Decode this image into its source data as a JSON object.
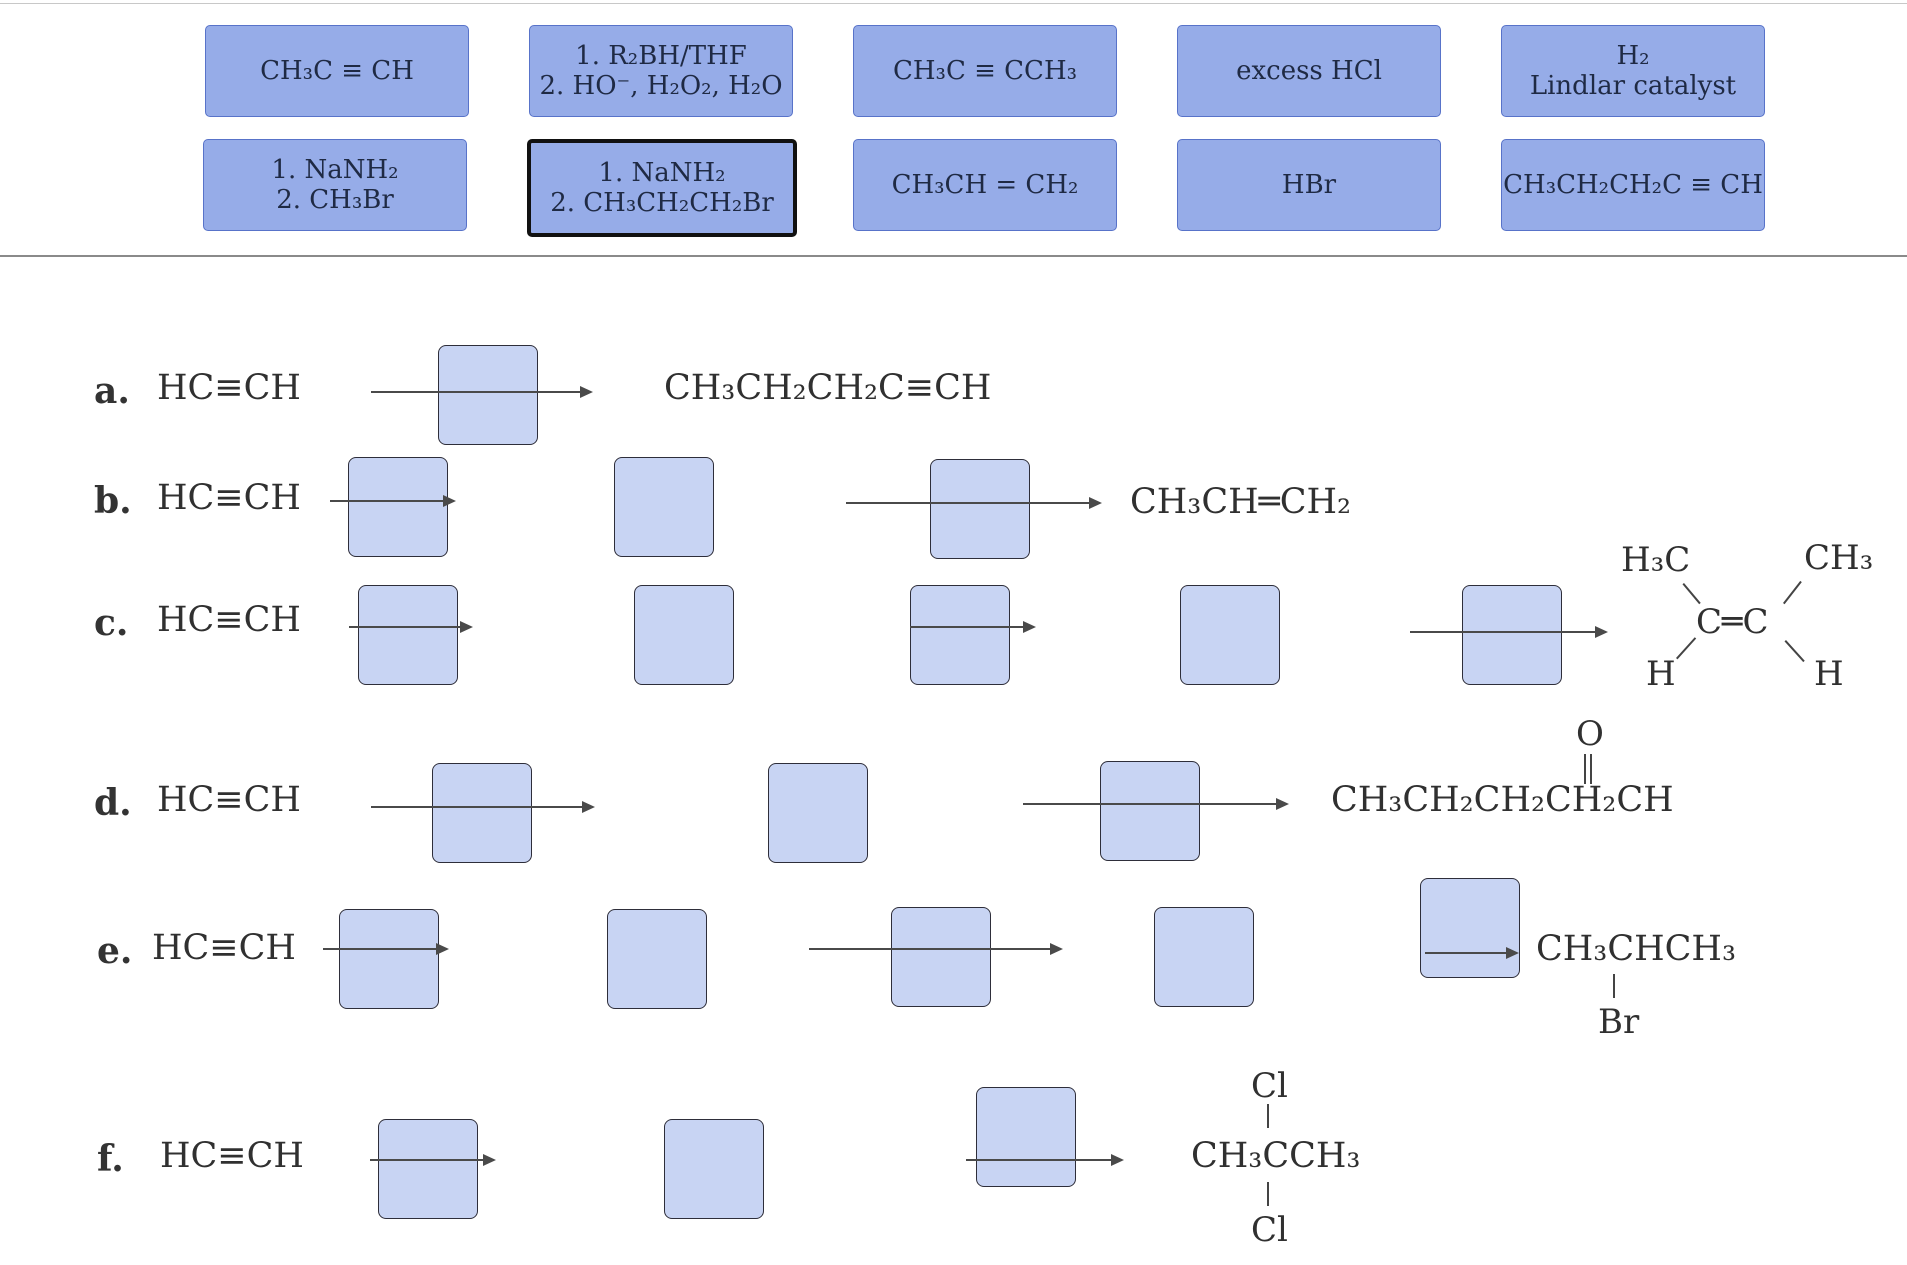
{
  "reagent_bank": [
    {
      "id": "r1",
      "lines": [
        "CH₃C ≡ CH"
      ]
    },
    {
      "id": "r2",
      "lines": [
        "1. R₂BH/THF",
        "2. HO⁻, H₂O₂, H₂O"
      ]
    },
    {
      "id": "r3",
      "lines": [
        "CH₃C ≡ CCH₃"
      ]
    },
    {
      "id": "r4",
      "lines": [
        "excess HCl"
      ]
    },
    {
      "id": "r5",
      "lines": [
        "H₂",
        "Lindlar catalyst"
      ]
    },
    {
      "id": "r6",
      "lines": [
        "1. NaNH₂",
        "2. CH₃Br"
      ]
    },
    {
      "id": "r7",
      "lines": [
        "1. NaNH₂",
        "2. CH₃CH₂CH₂Br"
      ],
      "selected": true
    },
    {
      "id": "r8",
      "lines": [
        "CH₃CH = CH₂"
      ]
    },
    {
      "id": "r9",
      "lines": [
        "HBr"
      ]
    },
    {
      "id": "r10",
      "lines": [
        "CH₃CH₂CH₂C ≡ CH"
      ]
    }
  ],
  "problems": {
    "a": {
      "label": "a.",
      "start": "HC≡CH",
      "product": "CH₃CH₂CH₂C≡CH"
    },
    "b": {
      "label": "b.",
      "start": "HC≡CH",
      "product": "CH₃CH═CH₂"
    },
    "c": {
      "label": "c.",
      "start": "HC≡CH",
      "product_parts": {
        "h3c": "H₃C",
        "ch3": "CH₃",
        "cc": "C═C",
        "h_left": "H",
        "h_right": "H"
      }
    },
    "d": {
      "label": "d.",
      "start": "HC≡CH",
      "product": "CH₃CH₂CH₂CH₂CH",
      "carbonyl_o": "O"
    },
    "e": {
      "label": "e.",
      "start": "HC≡CH",
      "product": "CH₃CHCH₃",
      "substituent": "Br"
    },
    "f": {
      "label": "f.",
      "start": "HC≡CH",
      "product": "CH₃CCH₃",
      "cl_top": "Cl",
      "cl_bottom": "Cl"
    }
  },
  "colors": {
    "tile": "#96ace8",
    "tile_border": "#5873c9",
    "dropzone": "#c8d4f3",
    "selected_border": "#111111"
  }
}
